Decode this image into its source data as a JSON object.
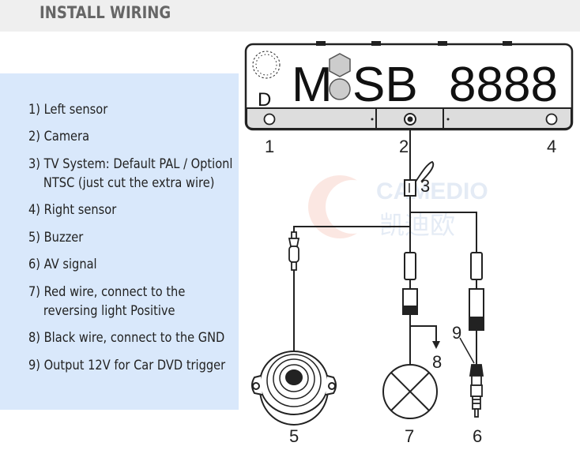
{
  "header": {
    "title": "INSTALL WIRING"
  },
  "legend": {
    "items": [
      {
        "line1": "1) Left sensor",
        "line2": ""
      },
      {
        "line1": "2) Camera",
        "line2": ""
      },
      {
        "line1": "3) TV System: Default PAL / Optionl",
        "line2": "NTSC (just cut the extra wire)"
      },
      {
        "line1": "4) Right sensor",
        "line2": ""
      },
      {
        "line1": "5) Buzzer",
        "line2": ""
      },
      {
        "line1": "6) AV signal",
        "line2": ""
      },
      {
        "line1": "7) Red wire, connect to the",
        "line2": "reversing light Positive"
      },
      {
        "line1": "8) Black wire, connect to the GND",
        "line2": ""
      },
      {
        "line1": "9) Output 12V for Car DVD trigger",
        "line2": ""
      }
    ]
  },
  "plate": {
    "country_code": "D",
    "letter_left": "M",
    "letters_mid": "SB",
    "digits": "8888"
  },
  "watermark": {
    "latin": "CAMEDIO",
    "chinese": "凯迪欧"
  },
  "labels": {
    "n1": "1",
    "n2": "2",
    "n3": "3",
    "n4": "4",
    "n5": "5",
    "n6": "6",
    "n7": "7",
    "n8": "8",
    "n9": "9"
  },
  "colors": {
    "header_bg": "#efefef",
    "header_text": "#666666",
    "panel_bg": "#d9e8fb",
    "plate_bar": "#dddddd",
    "line": "#222222"
  }
}
